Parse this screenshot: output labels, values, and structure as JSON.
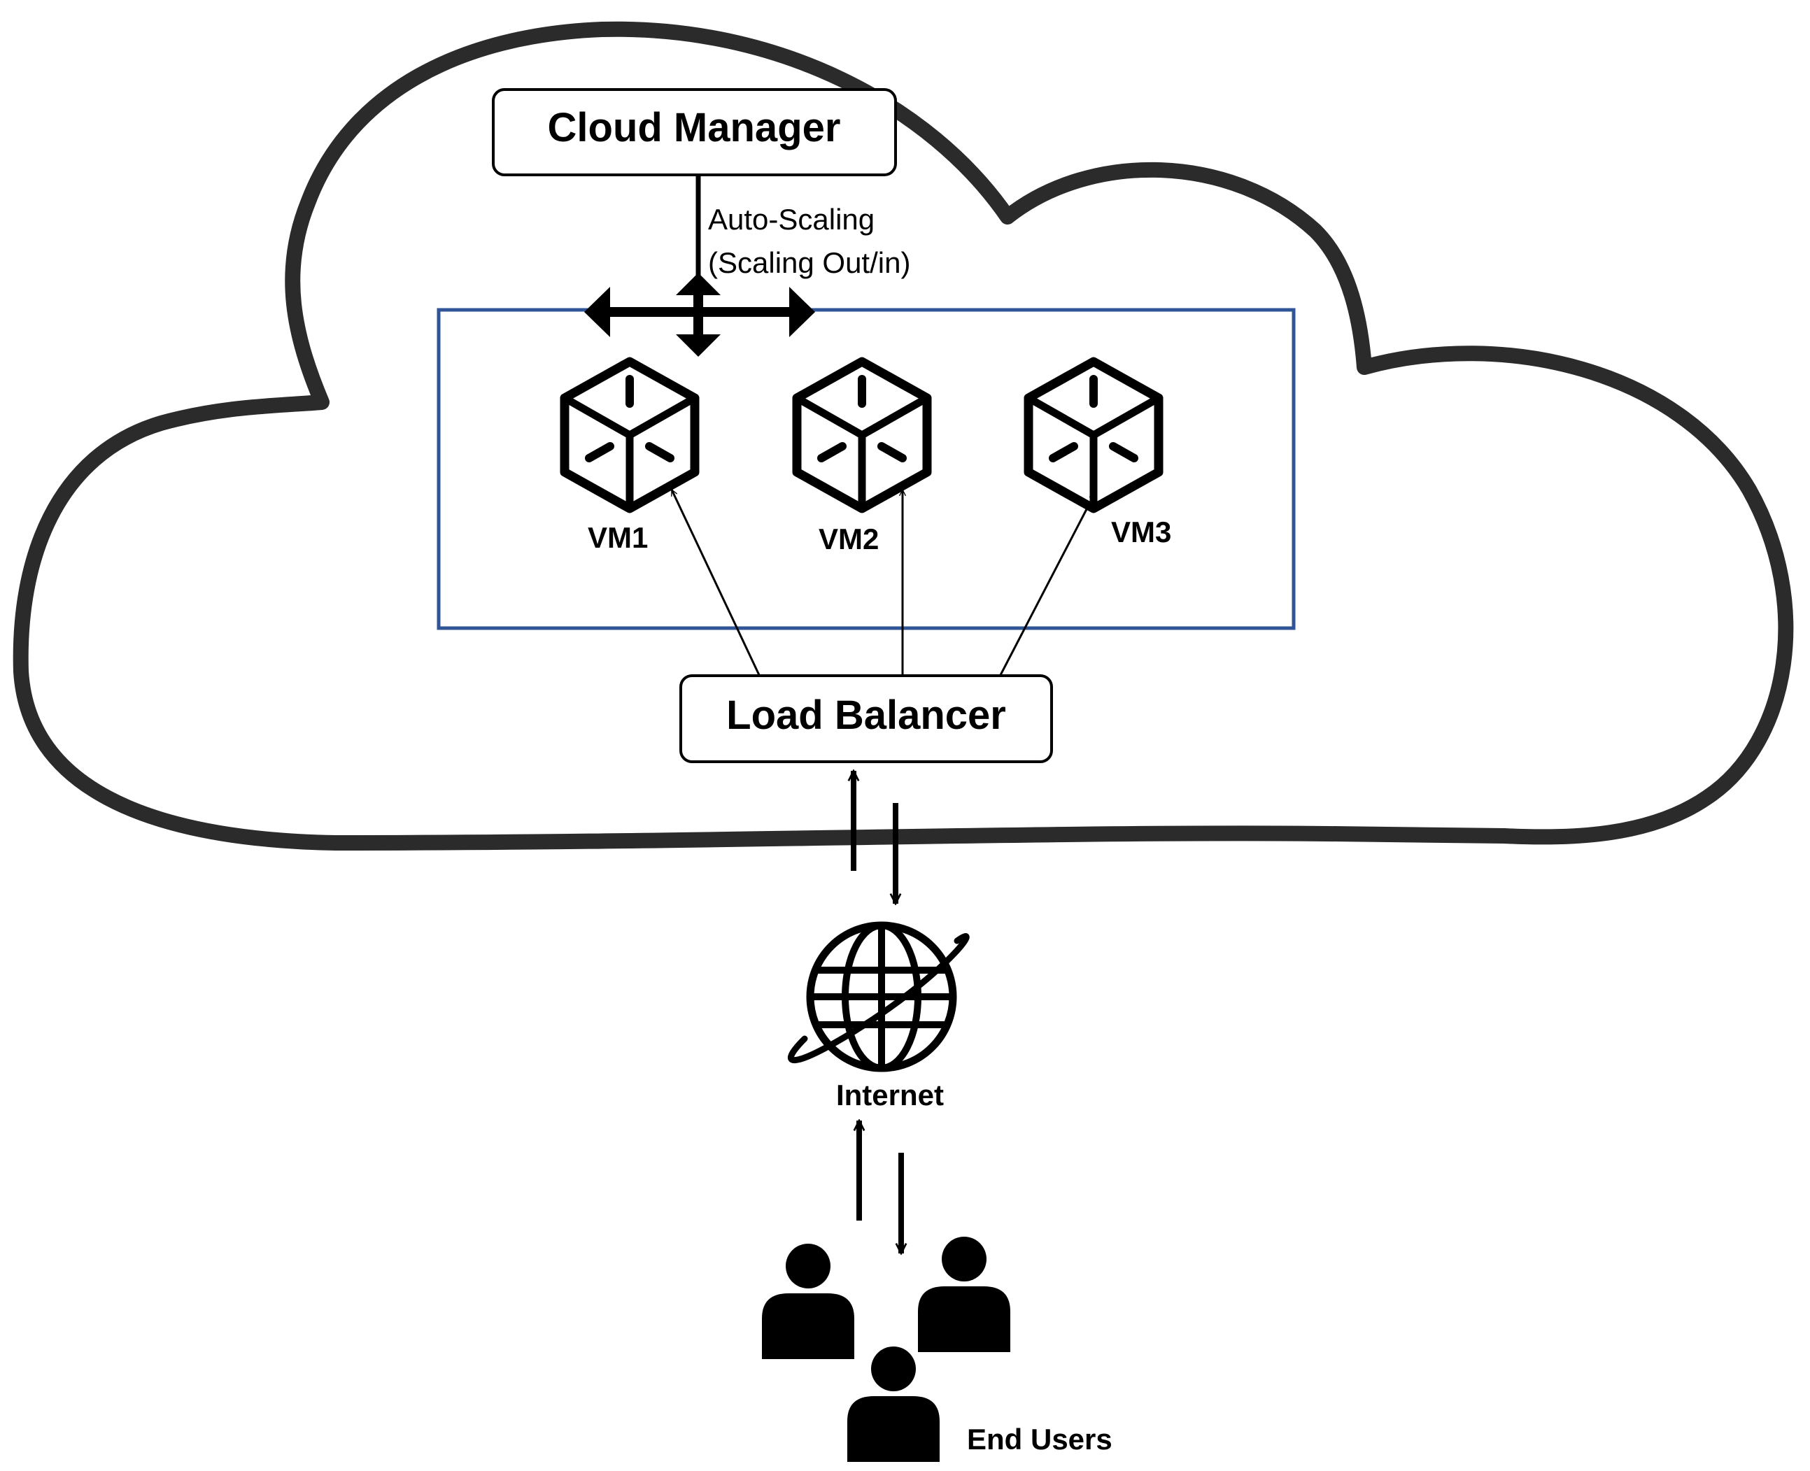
{
  "cloud_manager": {
    "label": "Cloud Manager"
  },
  "auto_scaling": {
    "line1": "Auto-Scaling",
    "line2": "(Scaling Out/in)"
  },
  "vms": [
    {
      "label": "VM1"
    },
    {
      "label": "VM2"
    },
    {
      "label": "VM3"
    }
  ],
  "load_balancer": {
    "label": "Load Balancer"
  },
  "internet": {
    "label": "Internet",
    "icon": "globe-icon"
  },
  "end_users": {
    "label": "End Users",
    "icon": "user-icon"
  },
  "colors": {
    "vm_group_border": "#2f5597",
    "stroke": "#000000",
    "background": "#ffffff"
  }
}
